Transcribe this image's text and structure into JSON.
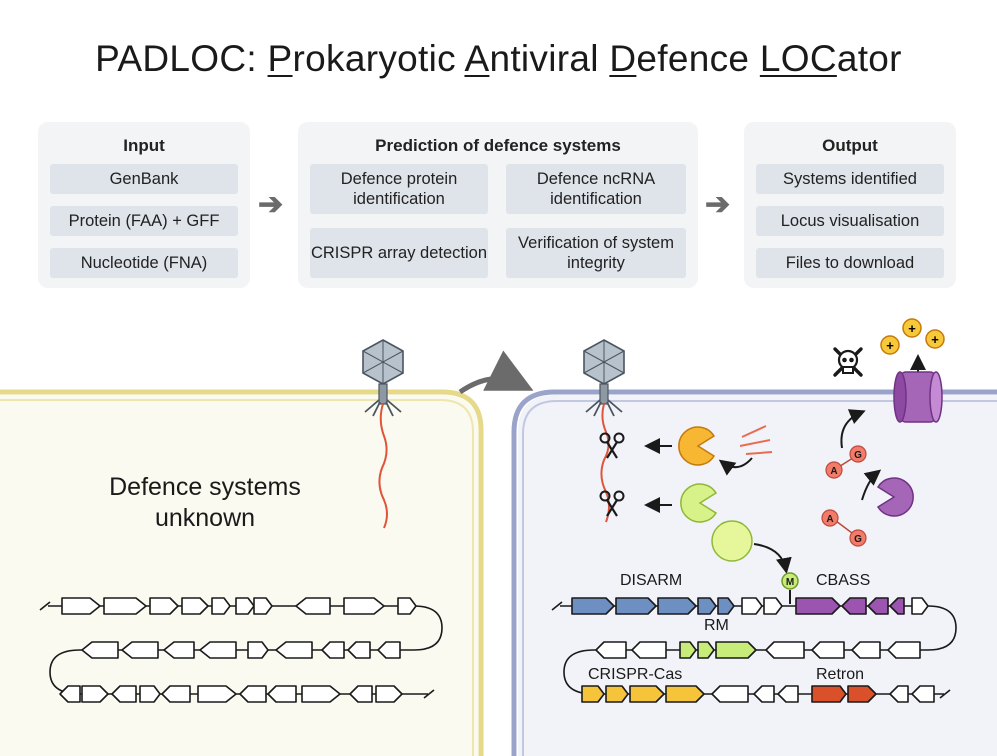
{
  "title": {
    "parts": [
      {
        "text": "PADLOC: ",
        "u": false
      },
      {
        "text": "P",
        "u": true
      },
      {
        "text": "rokaryotic ",
        "u": false
      },
      {
        "text": "A",
        "u": true
      },
      {
        "text": "ntiviral ",
        "u": false
      },
      {
        "text": "D",
        "u": true
      },
      {
        "text": "efence ",
        "u": false
      },
      {
        "text": "LOC",
        "u": true
      },
      {
        "text": "ator",
        "u": false
      }
    ]
  },
  "input": {
    "heading": "Input",
    "items": [
      "GenBank",
      "Protein (FAA) + GFF",
      "Nucleotide (FNA)"
    ]
  },
  "prediction": {
    "heading": "Prediction of defence systems",
    "items": [
      "Defence protein identification",
      "Defence ncRNA identification",
      "CRISPR array detection",
      "Verification of system integrity"
    ]
  },
  "output": {
    "heading": "Output",
    "items": [
      "Systems identified",
      "Locus visualisation",
      "Files to download"
    ]
  },
  "left_cell": {
    "text": "Defence systems unknown"
  },
  "right_cell": {
    "system_labels": {
      "disarm": "DISARM",
      "cbass": "CBASS",
      "rm": "RM",
      "crispr": "CRISPR-Cas",
      "retron": "Retron"
    },
    "marker_m": "M",
    "molecule_a": "A",
    "molecule_g": "G",
    "ion": "+"
  },
  "colors": {
    "disarm": "#6d8fc2",
    "cbass": "#9b55b0",
    "rm": "#c8ec7a",
    "crispr": "#f5c43a",
    "retron": "#d9502a",
    "left_membrane": "#e6d98a",
    "right_membrane": "#9aa3c9",
    "phage_tail": "#e0553a"
  }
}
